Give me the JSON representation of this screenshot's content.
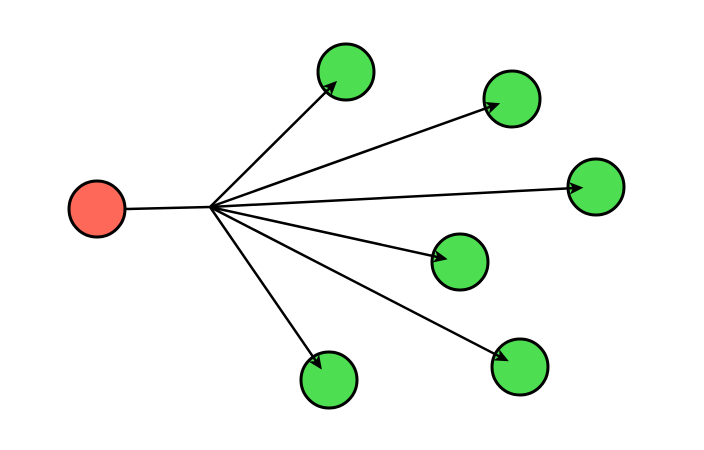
{
  "diagram": {
    "type": "fan-out",
    "source": {
      "shape": "circle",
      "fill": "#fe6858"
    },
    "targets": [
      {
        "id": "t1",
        "shape": "circle",
        "fill": "#4ddf51"
      },
      {
        "id": "t2",
        "shape": "circle",
        "fill": "#4ddf51"
      },
      {
        "id": "t3",
        "shape": "circle",
        "fill": "#4ddf51"
      },
      {
        "id": "t4",
        "shape": "circle",
        "fill": "#4ddf51"
      },
      {
        "id": "t5",
        "shape": "circle",
        "fill": "#4ddf51"
      },
      {
        "id": "t6",
        "shape": "circle",
        "fill": "#4ddf51"
      }
    ],
    "edge_color": "#000000",
    "stroke_color": "#000000"
  }
}
